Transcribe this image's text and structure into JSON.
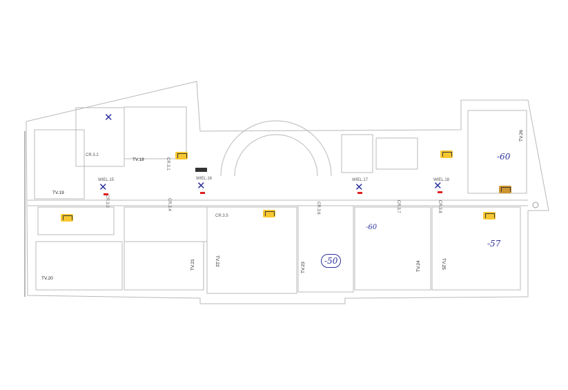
{
  "plan": {
    "units": [
      "TV.18",
      "TV.19",
      "TV.20",
      "TV.21",
      "TV.22",
      "TV.23",
      "TV.24",
      "TV.25",
      "TV.26"
    ],
    "risers": [
      "CR.3.1",
      "CR.3.2",
      "CR.3.3",
      "CR.3.4",
      "CR.3.5",
      "CR.3.6",
      "CR.3.7",
      "CR.3.8"
    ],
    "shafts": [
      "WIEL.15",
      "WIEL.16",
      "WIEL.17",
      "WIEL.18"
    ],
    "annotations": [
      "-60",
      "-60",
      "-50",
      "-57"
    ]
  },
  "colors": {
    "wall": "#b8b8b8",
    "highlight": "#f7c21a",
    "pen": "#2a2f9a",
    "mark": "#e02020"
  }
}
